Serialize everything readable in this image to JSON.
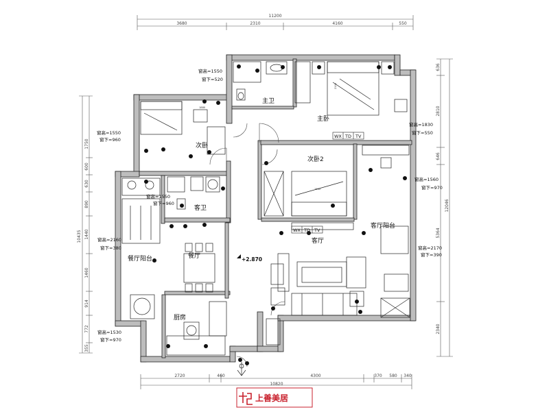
{
  "dimensions": {
    "top_total": "11200",
    "top_segments": [
      "3680",
      "2310",
      "4160",
      "550"
    ],
    "bottom_total": "10820",
    "bottom_segments": [
      "2720",
      "460",
      "4300",
      "370",
      "580",
      "340"
    ],
    "left_total": "10435",
    "left_segments": [
      "1750",
      "600",
      "630",
      "890",
      "1440",
      "1460",
      "914",
      "772",
      "355"
    ],
    "right_total": "12046",
    "right_segments": [
      "636",
      "2810",
      "646",
      "5364",
      "2340"
    ]
  },
  "rooms": {
    "master_bath": "主卫",
    "master_bedroom": "主卧",
    "second_bedroom": "次卧",
    "second_bedroom_2": "次卧2",
    "guest_bath": "客卫",
    "dining_room": "餐厅",
    "dining_balcony": "餐厅阳台",
    "living_room": "客厅",
    "living_balcony": "客厅阳台",
    "kitchen": "厨房"
  },
  "window_notes": {
    "master_bath_window": [
      "窗高=1550",
      "窗下=520"
    ],
    "second_bedroom_window": [
      "窗高=1550",
      "窗下=960"
    ],
    "master_bedroom_window": [
      "窗高=1830",
      "窗下=550"
    ],
    "guest_bath_window": [
      "窗高=1550",
      "窗下=960"
    ],
    "second_bedroom2_window": [
      "窗高=1560",
      "窗下=970"
    ],
    "dining_balcony_window": [
      "窗高=2160",
      "窗下=380"
    ],
    "living_balcony_window": [
      "窗高=2170",
      "窗下=390"
    ],
    "kitchen_window": [
      "窗高=1530",
      "窗下=970"
    ]
  },
  "labels": {
    "elevation": "+2.870",
    "tv_panel_upper": [
      "WX",
      "TD",
      "TV"
    ],
    "tv_panel_lower": [
      "WX",
      "TD",
      "TV"
    ],
    "dim_1880": "1880",
    "dim_1500": "1500",
    "dim_2100": "2100"
  },
  "logo": {
    "text": "上善美居"
  }
}
